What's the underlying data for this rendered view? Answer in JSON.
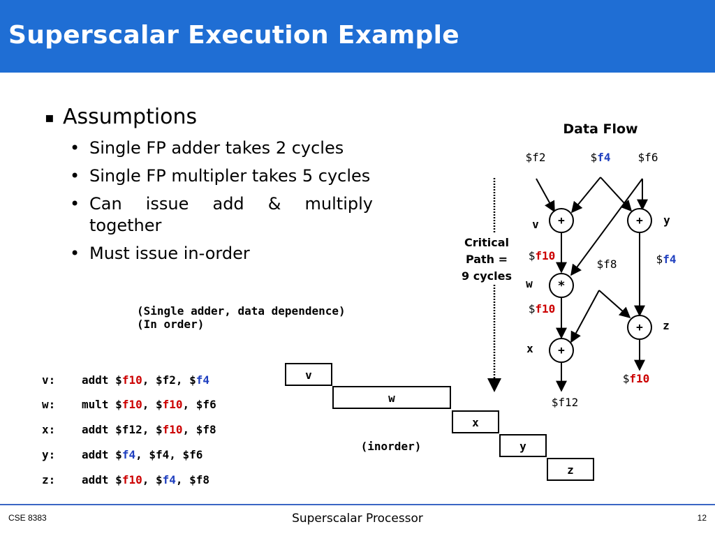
{
  "header": {
    "title": "Superscalar Execution Example"
  },
  "assumptions": {
    "heading": "Assumptions",
    "items": [
      "Single FP adder takes 2 cycles",
      "Single FP multipler takes 5 cycles",
      "Can issue add & multiply together",
      "Must issue in-order"
    ]
  },
  "note": {
    "line1": "(Single adder, data dependence)",
    "line2": "(In order)"
  },
  "code": [
    {
      "label": "v:",
      "op": "addt",
      "parts": [
        {
          "t": "$",
          "c": ""
        },
        {
          "t": "f10",
          "c": "red"
        },
        {
          "t": ", $f2, $",
          "c": ""
        },
        {
          "t": "f4",
          "c": "blue"
        }
      ]
    },
    {
      "label": "w:",
      "op": "mult",
      "parts": [
        {
          "t": "$",
          "c": ""
        },
        {
          "t": "f10",
          "c": "red"
        },
        {
          "t": ", $",
          "c": ""
        },
        {
          "t": "f10",
          "c": "red"
        },
        {
          "t": ", $f6",
          "c": ""
        }
      ]
    },
    {
      "label": "x:",
      "op": "addt",
      "parts": [
        {
          "t": "$f12, $",
          "c": ""
        },
        {
          "t": "f10",
          "c": "red"
        },
        {
          "t": ", $f8",
          "c": ""
        }
      ]
    },
    {
      "label": "y:",
      "op": "addt",
      "parts": [
        {
          "t": "$",
          "c": ""
        },
        {
          "t": "f4",
          "c": "blue"
        },
        {
          "t": ", $f4, $f6",
          "c": ""
        }
      ]
    },
    {
      "label": "z:",
      "op": "addt",
      "parts": [
        {
          "t": "$",
          "c": ""
        },
        {
          "t": "f10",
          "c": "red"
        },
        {
          "t": ", $",
          "c": ""
        },
        {
          "t": "f4",
          "c": "blue"
        },
        {
          "t": ", $f8",
          "c": ""
        }
      ]
    }
  ],
  "timeline": {
    "bars": [
      "v",
      "w",
      "x",
      "y",
      "z"
    ],
    "caption": "(inorder)"
  },
  "critical_path": {
    "line1": "Critical",
    "line2": "Path =",
    "line3": "9 cycles"
  },
  "dataflow": {
    "title": "Data Flow",
    "inputs": {
      "f2": "$f2",
      "f4_prefix": "$",
      "f4": "f4",
      "f6": "$f6",
      "f8": "$f8"
    },
    "nodes": {
      "v": "v",
      "w": "w",
      "x": "x",
      "y": "y",
      "z": "z",
      "add_op": "+",
      "mult_op": "*"
    },
    "edge_labels": {
      "prefix": "$",
      "f10": "f10",
      "f4": "f4"
    },
    "output": "$f12"
  },
  "colors": {
    "header": "#1f6ed4",
    "red": "#cc0000",
    "blue": "#1f3fbf"
  },
  "footer": {
    "left": "CSE 8383",
    "center": "Superscalar Processor",
    "right": "12"
  }
}
